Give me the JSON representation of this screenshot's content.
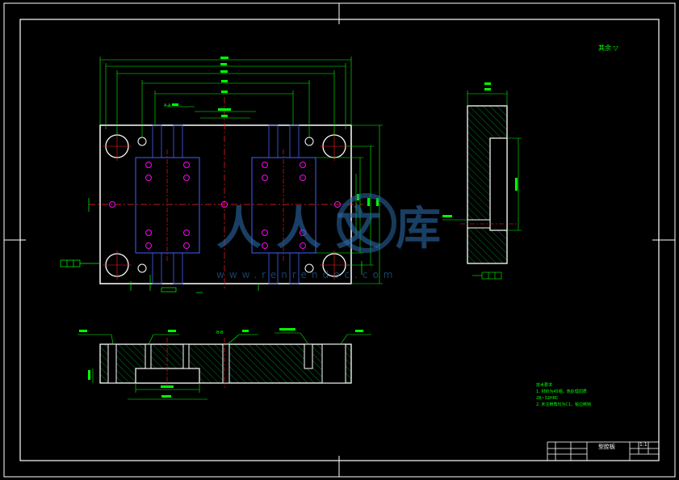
{
  "colors": {
    "background": "#000000",
    "outline": "#ffffff",
    "dimension": "#00ff00",
    "centerline": "#ff2020",
    "hidden": "#4060ff",
    "hatch": "#00cc44",
    "marker": "#ff00ff",
    "watermark": "#2a6aa8"
  },
  "watermark": {
    "logo_text": "人人文库",
    "url_text": "www.renrendoc.com"
  },
  "roughness_mark": "其余 ▽",
  "title_block": {
    "drawing_name": "型腔板",
    "scale": "1:1"
  },
  "section_labels": [
    "A-A",
    "B-B"
  ],
  "tech_notes": {
    "heading": "技术要求",
    "line1": "1. 材料为45钢，热处理调质",
    "line2": "   28~32HRC",
    "line3": "2. 未注倒角均为C1，锐边倒钝"
  }
}
